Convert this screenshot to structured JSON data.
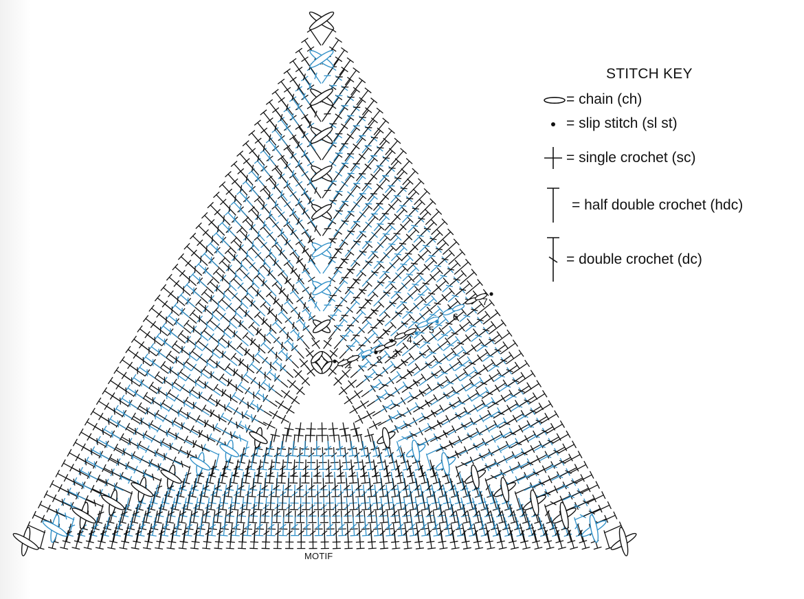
{
  "figure": {
    "caption": "MOTIF",
    "colors": {
      "ink": "#111111",
      "blue_rows": "#2f8fc7",
      "background": "#ffffff"
    }
  },
  "stitch_key": {
    "title": "STITCH KEY",
    "items": [
      {
        "symbol": "chain-oval-icon",
        "label": "= chain (ch)"
      },
      {
        "symbol": "slip-stitch-dot-icon",
        "label": "= slip stitch (sl st)"
      },
      {
        "symbol": "single-crochet-cross-icon",
        "label": "= single crochet (sc)"
      },
      {
        "symbol": "half-double-crochet-t-icon",
        "label": "= half double crochet (hdc)"
      },
      {
        "symbol": "double-crochet-slash-t-icon",
        "label": "= double crochet (dc)"
      }
    ]
  },
  "rounds": {
    "labels": [
      "1",
      "2",
      "3",
      "4",
      "5",
      "6",
      "7"
    ],
    "colors": [
      "black",
      "blue",
      "black",
      "black",
      "blue",
      "blue",
      "black"
    ]
  }
}
